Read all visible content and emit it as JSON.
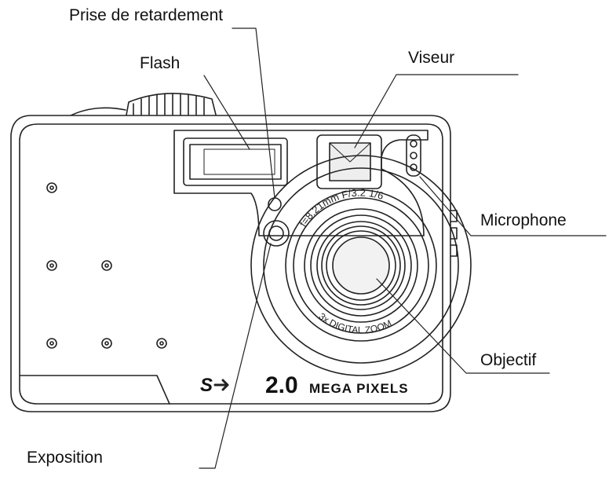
{
  "labels": {
    "self_timer": "Prise de retardement",
    "flash": "Flash",
    "viewfinder": "Viseur",
    "microphone": "Microphone",
    "lens": "Objectif",
    "exposure": "Exposition"
  },
  "camera": {
    "brand_mark": "S",
    "megapixel_number": "2.0",
    "megapixel_text": "MEGA PIXELS",
    "lens_zoom_text": "3x DIGITAL ZOOM",
    "lens_spec_text": "f=8.21mm F/3.2 1/6"
  },
  "colors": {
    "line": "#222222",
    "background": "#ffffff"
  }
}
